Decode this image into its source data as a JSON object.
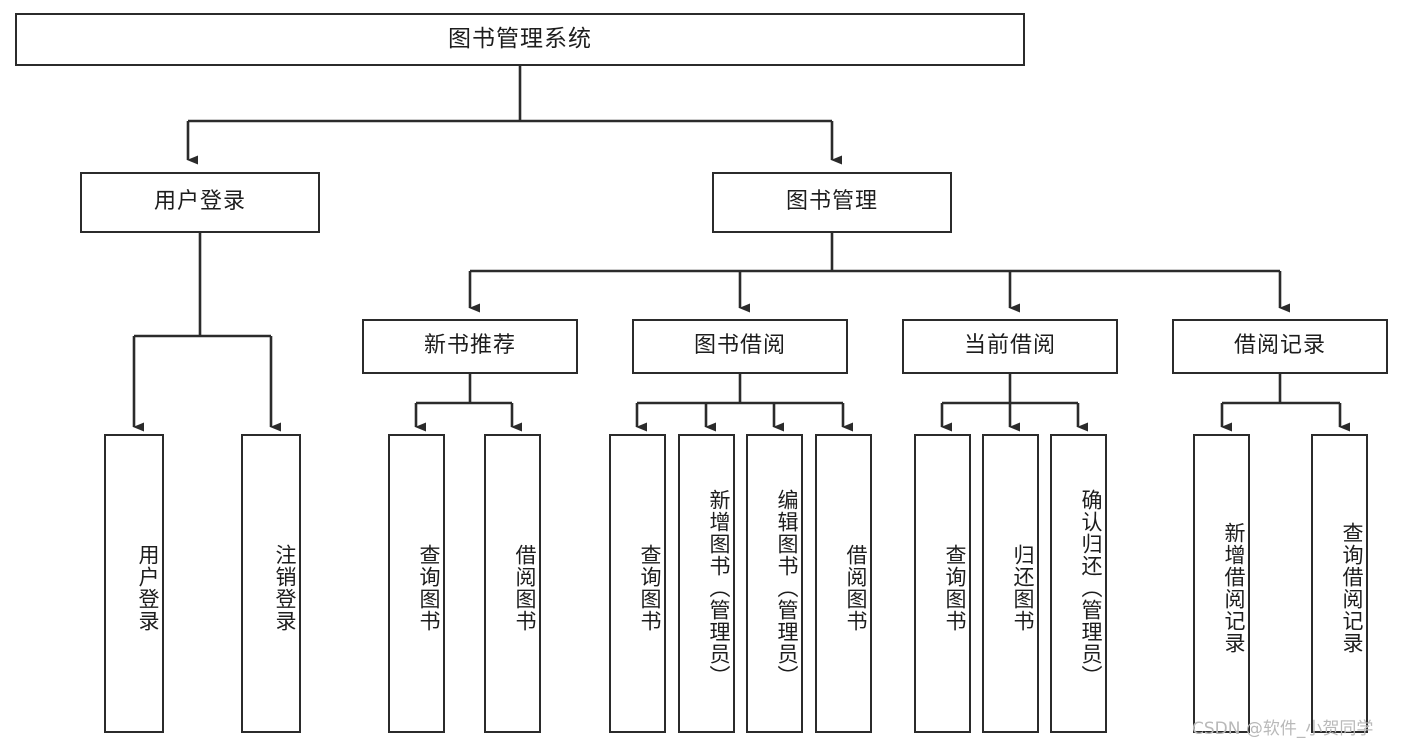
{
  "diagram": {
    "title": "图书管理系统",
    "type": "tree-hierarchy-chart",
    "watermark": "CSDN @软件_小贺同学",
    "colors": {
      "background": "#ffffff",
      "box_border": "#2b2b2b",
      "box_fill": "#ffffff",
      "text": "#1d1d1d",
      "edge": "#2b2b2b",
      "watermark": "#b9b9b9"
    },
    "levels": {
      "level0": "root",
      "level1": "modules",
      "level2": "submodules",
      "level3": "functions"
    },
    "nodes": {
      "root": {
        "label": "图书管理系统",
        "orientation": "horizontal"
      },
      "user_login": {
        "label": "用户登录",
        "orientation": "horizontal"
      },
      "book_manage": {
        "label": "图书管理",
        "orientation": "horizontal"
      },
      "new_book_rec": {
        "label": "新书推荐",
        "orientation": "horizontal"
      },
      "book_borrow": {
        "label": "图书借阅",
        "orientation": "horizontal"
      },
      "current_borrow": {
        "label": "当前借阅",
        "orientation": "horizontal"
      },
      "borrow_record": {
        "label": "借阅记录",
        "orientation": "horizontal"
      },
      "leaf_user_login": {
        "label": "用户登录",
        "orientation": "vertical"
      },
      "leaf_logout": {
        "label": "注销登录",
        "orientation": "vertical"
      },
      "leaf_query_book_1": {
        "label": "查询图书",
        "orientation": "vertical"
      },
      "leaf_borrow_book_1": {
        "label": "借阅图书",
        "orientation": "vertical"
      },
      "leaf_query_book_2": {
        "label": "查询图书",
        "orientation": "vertical"
      },
      "leaf_add_book": {
        "label": "新增图书（管理员）",
        "orientation": "vertical"
      },
      "leaf_edit_book": {
        "label": "编辑图书（管理员）",
        "orientation": "vertical"
      },
      "leaf_borrow_book_2": {
        "label": "借阅图书",
        "orientation": "vertical"
      },
      "leaf_query_book_3": {
        "label": "查询图书",
        "orientation": "vertical"
      },
      "leaf_return_book": {
        "label": "归还图书",
        "orientation": "vertical"
      },
      "leaf_confirm_return": {
        "label": "确认归还（管理员）",
        "orientation": "vertical"
      },
      "leaf_add_record": {
        "label": "新增借阅记录",
        "orientation": "vertical"
      },
      "leaf_query_record": {
        "label": "查询借阅记录",
        "orientation": "vertical"
      }
    },
    "edges": [
      {
        "from": "root",
        "to": "user_login"
      },
      {
        "from": "root",
        "to": "book_manage"
      },
      {
        "from": "user_login",
        "to": "leaf_user_login"
      },
      {
        "from": "user_login",
        "to": "leaf_logout"
      },
      {
        "from": "book_manage",
        "to": "new_book_rec"
      },
      {
        "from": "book_manage",
        "to": "book_borrow"
      },
      {
        "from": "book_manage",
        "to": "current_borrow"
      },
      {
        "from": "book_manage",
        "to": "borrow_record"
      },
      {
        "from": "new_book_rec",
        "to": "leaf_query_book_1"
      },
      {
        "from": "new_book_rec",
        "to": "leaf_borrow_book_1"
      },
      {
        "from": "book_borrow",
        "to": "leaf_query_book_2"
      },
      {
        "from": "book_borrow",
        "to": "leaf_add_book"
      },
      {
        "from": "book_borrow",
        "to": "leaf_edit_book"
      },
      {
        "from": "book_borrow",
        "to": "leaf_borrow_book_2"
      },
      {
        "from": "current_borrow",
        "to": "leaf_query_book_3"
      },
      {
        "from": "current_borrow",
        "to": "leaf_return_book"
      },
      {
        "from": "current_borrow",
        "to": "leaf_confirm_return"
      },
      {
        "from": "borrow_record",
        "to": "leaf_add_record"
      },
      {
        "from": "borrow_record",
        "to": "leaf_query_record"
      }
    ]
  }
}
